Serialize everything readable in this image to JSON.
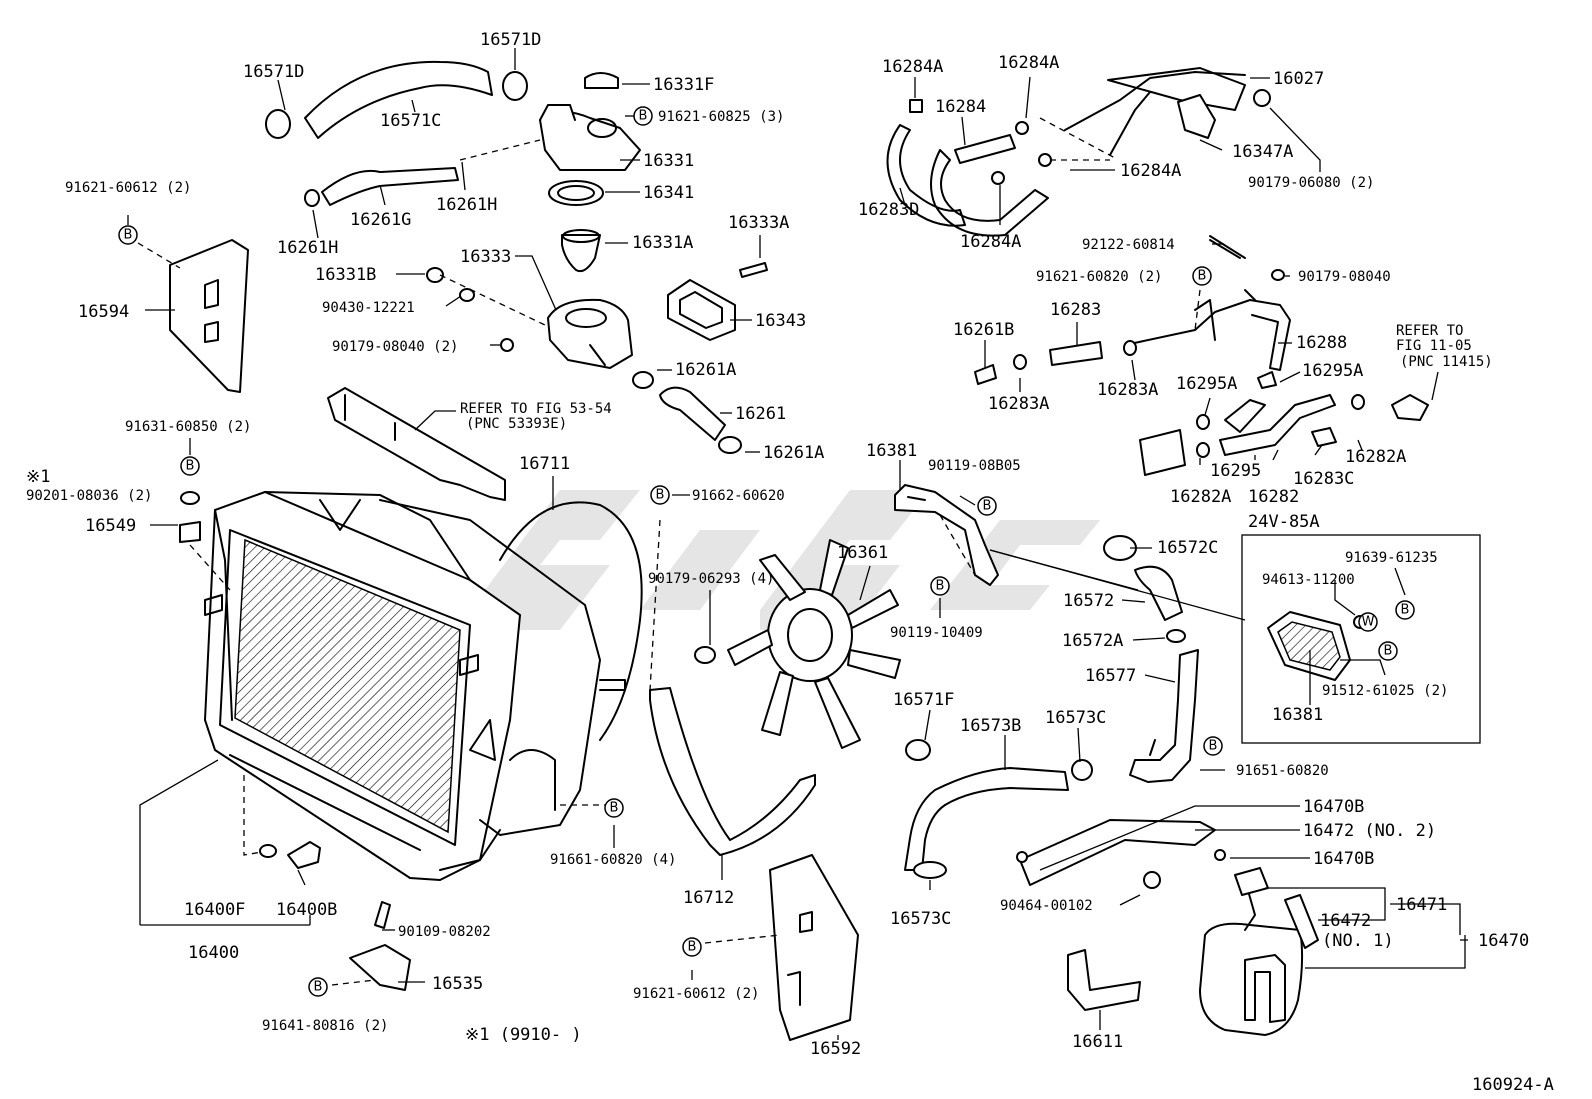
{
  "diagram_id": "160924-A",
  "note_mark": "※1",
  "note_text": "※1 (9910-        )",
  "labels": [
    {
      "id": "16571D_a",
      "text": "16571D"
    },
    {
      "id": "16571D_b",
      "text": "16571D"
    },
    {
      "id": "16571C",
      "text": "16571C"
    },
    {
      "id": "16331F",
      "text": "16331F"
    },
    {
      "id": "91621_60825",
      "text": "91621-60825 (3)"
    },
    {
      "id": "16331I",
      "text": "16331"
    },
    {
      "id": "16341",
      "text": "16341"
    },
    {
      "id": "16261G",
      "text": "16261G"
    },
    {
      "id": "16261H_a",
      "text": "16261H"
    },
    {
      "id": "16261H_b",
      "text": "16261H"
    },
    {
      "id": "91621_60612_a",
      "text": "91621-60612 (2)"
    },
    {
      "id": "16594",
      "text": "16594"
    },
    {
      "id": "16331A",
      "text": "16331A"
    },
    {
      "id": "16333A",
      "text": "16333A"
    },
    {
      "id": "16331B",
      "text": "16331B"
    },
    {
      "id": "16333",
      "text": "16333"
    },
    {
      "id": "90430_12221",
      "text": "90430-12221"
    },
    {
      "id": "16343",
      "text": "16343"
    },
    {
      "id": "90179_08040_a",
      "text": "90179-08040 (2)"
    },
    {
      "id": "16261A_a",
      "text": "16261A"
    },
    {
      "id": "16261",
      "text": "16261"
    },
    {
      "id": "16261A_b",
      "text": "16261A"
    },
    {
      "id": "refer53",
      "text": "REFER TO FIG 53-54"
    },
    {
      "id": "pnc53",
      "text": "(PNC 53393E)"
    },
    {
      "id": "91631_60850",
      "text": "91631-60850 (2)"
    },
    {
      "id": "90201_08036",
      "text": "90201-08036 (2)"
    },
    {
      "id": "16549",
      "text": "16549"
    },
    {
      "id": "16711",
      "text": "16711"
    },
    {
      "id": "91662_60620",
      "text": "91662-60620"
    },
    {
      "id": "90179_06293",
      "text": "90179-06293 (4)"
    },
    {
      "id": "16361",
      "text": "16361"
    },
    {
      "id": "16381_a",
      "text": "16381"
    },
    {
      "id": "90119_08B05",
      "text": "90119-08B05"
    },
    {
      "id": "90119_10409",
      "text": "90119-10409"
    },
    {
      "id": "16284A_a",
      "text": "16284A"
    },
    {
      "id": "16284A_b",
      "text": "16284A"
    },
    {
      "id": "16284",
      "text": "16284"
    },
    {
      "id": "16027",
      "text": "16027"
    },
    {
      "id": "16347A",
      "text": "16347A"
    },
    {
      "id": "16284A_c",
      "text": "16284A"
    },
    {
      "id": "90179_06080",
      "text": "90179-06080 (2)"
    },
    {
      "id": "16283D",
      "text": "16283D"
    },
    {
      "id": "16284A_d",
      "text": "16284A"
    },
    {
      "id": "92122_60814",
      "text": "92122-60814"
    },
    {
      "id": "91621_60820",
      "text": "91621-60820 (2)"
    },
    {
      "id": "90179_08040_b",
      "text": "90179-08040"
    },
    {
      "id": "16261B",
      "text": "16261B"
    },
    {
      "id": "16283",
      "text": "16283"
    },
    {
      "id": "16288",
      "text": "16288"
    },
    {
      "id": "refer11",
      "text": "REFER TO"
    },
    {
      "id": "fig11",
      "text": "FIG 11-05"
    },
    {
      "id": "pnc11",
      "text": "(PNC 11415)"
    },
    {
      "id": "16283A_a",
      "text": "16283A"
    },
    {
      "id": "16283A_b",
      "text": "16283A"
    },
    {
      "id": "16295A_a",
      "text": "16295A"
    },
    {
      "id": "16295A_b",
      "text": "16295A"
    },
    {
      "id": "16282A_a",
      "text": "16282A"
    },
    {
      "id": "16295",
      "text": "16295"
    },
    {
      "id": "16283C",
      "text": "16283C"
    },
    {
      "id": "16282A_b",
      "text": "16282A"
    },
    {
      "id": "16282",
      "text": "16282"
    },
    {
      "id": "24V",
      "text": "24V-85A"
    },
    {
      "id": "16572C",
      "text": "16572C"
    },
    {
      "id": "16572",
      "text": "16572"
    },
    {
      "id": "16572A",
      "text": "16572A"
    },
    {
      "id": "16577",
      "text": "16577"
    },
    {
      "id": "91639_61235",
      "text": "91639-61235"
    },
    {
      "id": "94613_11200",
      "text": "94613-11200"
    },
    {
      "id": "91512_61025",
      "text": "91512-61025 (2)"
    },
    {
      "id": "16381_b",
      "text": "16381"
    },
    {
      "id": "16571F",
      "text": "16571F"
    },
    {
      "id": "16573B",
      "text": "16573B"
    },
    {
      "id": "16573C_a",
      "text": "16573C"
    },
    {
      "id": "91651_60820",
      "text": "91651-60820"
    },
    {
      "id": "16573C_b",
      "text": "16573C"
    },
    {
      "id": "16470B_a",
      "text": "16470B"
    },
    {
      "id": "16472_2",
      "text": "16472 (NO. 2)"
    },
    {
      "id": "16470B_b",
      "text": "16470B"
    },
    {
      "id": "90464_00102",
      "text": "90464-00102"
    },
    {
      "id": "16472_1",
      "text": "16472"
    },
    {
      "id": "no1",
      "text": "(NO. 1)"
    },
    {
      "id": "16471",
      "text": "16471"
    },
    {
      "id": "16470",
      "text": "16470"
    },
    {
      "id": "16611",
      "text": "16611"
    },
    {
      "id": "16592",
      "text": "16592"
    },
    {
      "id": "16712",
      "text": "16712"
    },
    {
      "id": "91661_60820",
      "text": "91661-60820 (4)"
    },
    {
      "id": "91621_60612_b",
      "text": "91621-60612 (2)"
    },
    {
      "id": "16400F",
      "text": "16400F"
    },
    {
      "id": "16400B",
      "text": "16400B"
    },
    {
      "id": "16400",
      "text": "16400"
    },
    {
      "id": "90109_08202",
      "text": "90109-08202"
    },
    {
      "id": "16535",
      "text": "16535"
    },
    {
      "id": "91641_80816",
      "text": "91641-80816 (2)"
    }
  ],
  "bolt_markers": [
    {
      "id": "b1",
      "letter": "B"
    },
    {
      "id": "b2",
      "letter": "B"
    },
    {
      "id": "b3",
      "letter": "B"
    },
    {
      "id": "b4",
      "letter": "B"
    },
    {
      "id": "b5",
      "letter": "B"
    },
    {
      "id": "b6",
      "letter": "B"
    },
    {
      "id": "b7",
      "letter": "B"
    },
    {
      "id": "b8",
      "letter": "B"
    },
    {
      "id": "b9",
      "letter": "B"
    },
    {
      "id": "b10",
      "letter": "B"
    },
    {
      "id": "b11",
      "letter": "B"
    },
    {
      "id": "b12",
      "letter": "B"
    },
    {
      "id": "b13",
      "letter": "B"
    },
    {
      "id": "w1",
      "letter": "W"
    }
  ]
}
